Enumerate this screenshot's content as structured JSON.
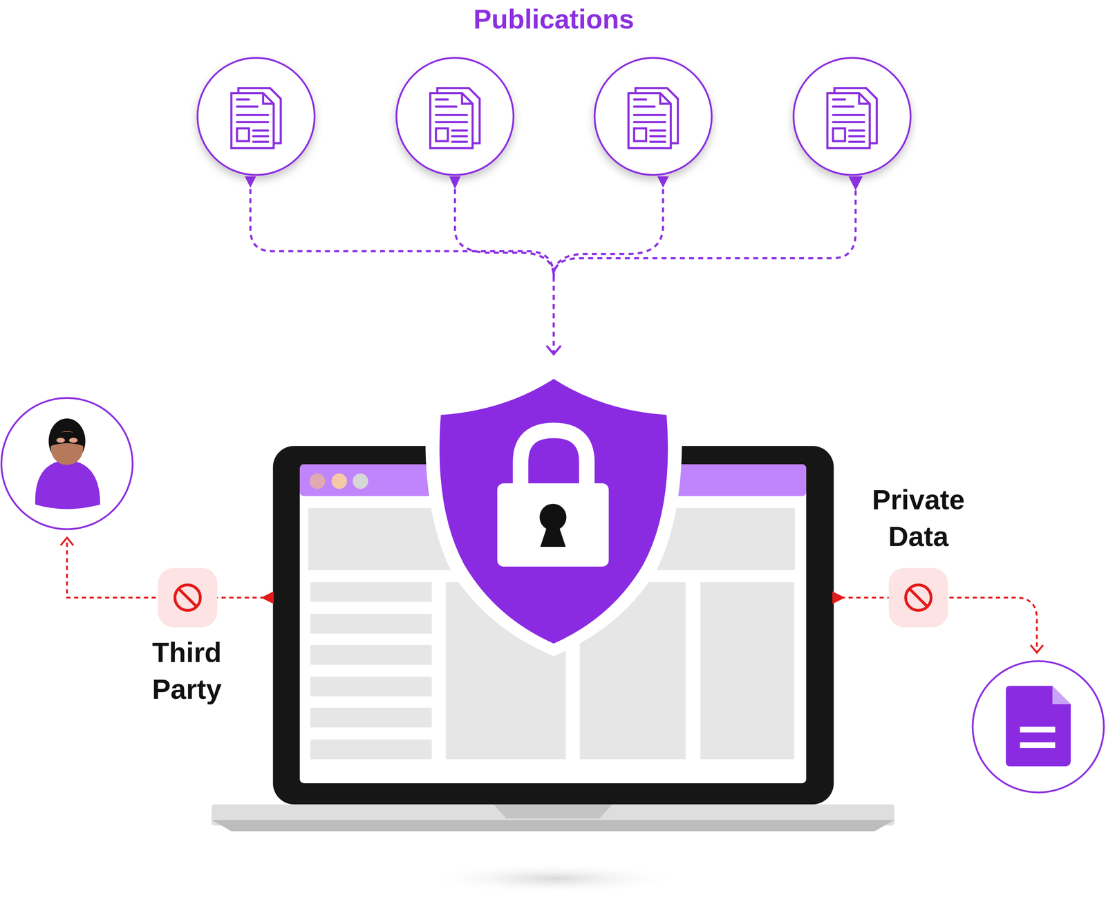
{
  "diagram": {
    "title": "Publications",
    "labels": [
      "Third Party",
      "Private Data"
    ]
  }
}
